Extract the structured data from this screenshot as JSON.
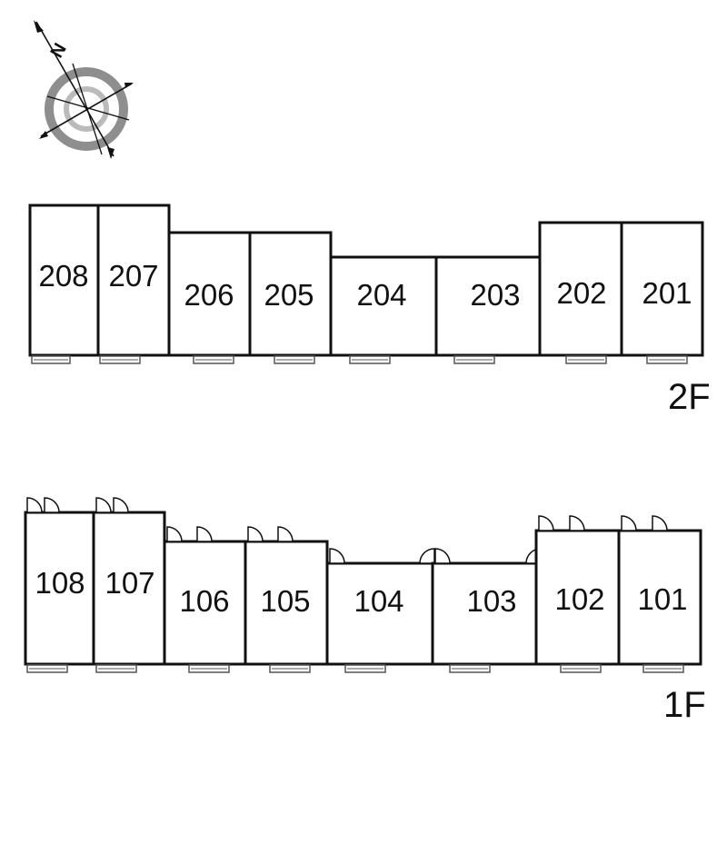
{
  "compass": {
    "north_label": "N",
    "icon": "compass-icon"
  },
  "floors": [
    {
      "id": "2F",
      "label": "2F",
      "units": [
        "208",
        "207",
        "206",
        "205",
        "204",
        "203",
        "202",
        "201"
      ]
    },
    {
      "id": "1F",
      "label": "1F",
      "units": [
        "108",
        "107",
        "106",
        "105",
        "104",
        "103",
        "102",
        "101"
      ]
    }
  ],
  "colors": {
    "wall": "#111111",
    "window": "#555555",
    "compass_ring": "#909090"
  }
}
